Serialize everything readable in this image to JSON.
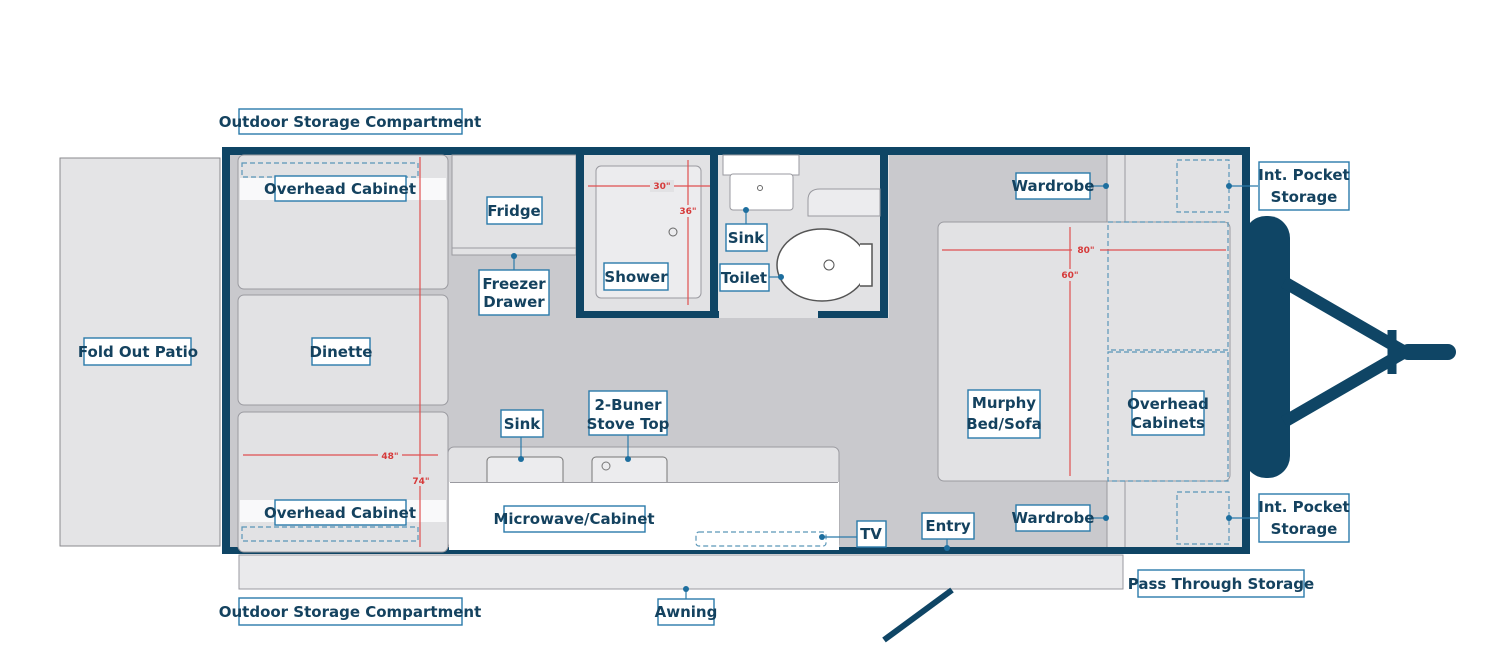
{
  "labels": {
    "outdoor_storage_top": "Outdoor Storage Compartment",
    "outdoor_storage_bottom": "Outdoor Storage Compartment",
    "overhead_cabinet_top": "Overhead Cabinet",
    "overhead_cabinet_bottom": "Overhead Cabinet",
    "fridge": "Fridge",
    "freezer_1": "Freezer",
    "freezer_2": "Drawer",
    "shower": "Shower",
    "sink_bath": "Sink",
    "toilet": "Toilet",
    "wardrobe_top": "Wardrobe",
    "wardrobe_bottom": "Wardrobe",
    "pocket_top_1": "Int. Pocket",
    "pocket_top_2": "Storage",
    "pocket_bottom_1": "Int. Pocket",
    "pocket_bottom_2": "Storage",
    "fold_out_patio": "Fold Out Patio",
    "dinette": "Dinette",
    "sink_kitchen": "Sink",
    "stove_1": "2-Buner",
    "stove_2": "Stove Top",
    "microwave": "Microwave/Cabinet",
    "tv": "TV",
    "entry": "Entry",
    "murphy_1": "Murphy",
    "murphy_2": "Bed/Sofa",
    "overhead_cabinets_1": "Overhead",
    "overhead_cabinets_2": "Cabinets",
    "pass_through": "Pass Through Storage",
    "awning": "Awning"
  },
  "dimensions": {
    "shower_width": "30\"",
    "shower_depth": "36\"",
    "dinette_width": "48\"",
    "dinette_length": "74\"",
    "bed_width": "80\"",
    "bed_length": "60\""
  },
  "colors": {
    "wall": "#0f4565",
    "floor": "#c9c9cd",
    "fixture": "#e2e2e4",
    "label_text": "#14425f",
    "label_border": "#2a7aaa",
    "dimension": "#d63a3a"
  }
}
